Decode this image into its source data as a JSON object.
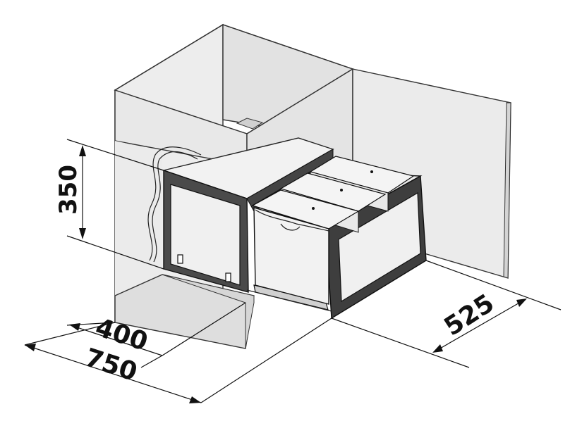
{
  "dimensions": {
    "height": "350",
    "inner_width": "400",
    "outer_width": "750",
    "depth": "525"
  },
  "colors": {
    "cabinet_fill": "#ececec",
    "cabinet_dark": "#dcdcdc",
    "bin_dark": "#4a4a4a",
    "bin_light": "#f2f2f2",
    "line": "#1a1a1a"
  }
}
